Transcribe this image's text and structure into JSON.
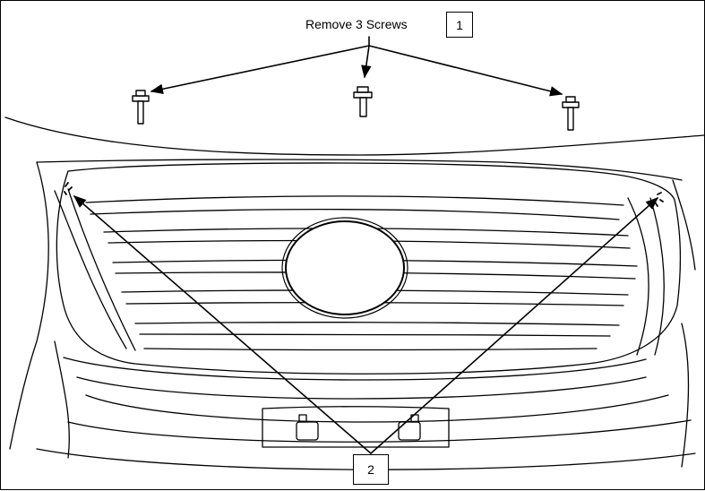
{
  "callouts": {
    "screws_label": "Remove 3 Screws",
    "marker_1": "1",
    "marker_2": "2"
  },
  "colors": {
    "line": "#000000",
    "background": "#ffffff"
  }
}
